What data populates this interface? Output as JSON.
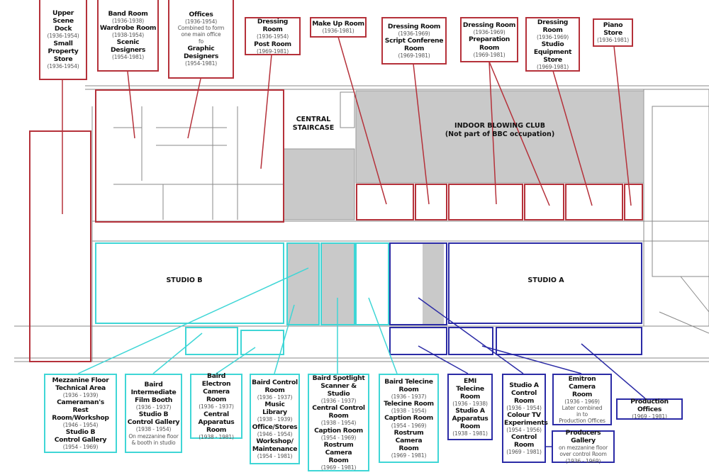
{
  "colors": {
    "red": "#b5313a",
    "cyan": "#3fd6d6",
    "blue": "#2b2ba6",
    "grey": "#c9c9c9"
  },
  "plan": {
    "central_staircase": [
      "CENTRAL",
      "STAIRCASE"
    ],
    "indoor_club": "INDOOR BLOWING CLUB",
    "indoor_club_note": "(Not part of BBC occupation)",
    "studio_b": "STUDIO B",
    "studio_a": "STUDIO A"
  },
  "labels": [
    {
      "id": "upper-scene-dock",
      "color": "red",
      "lines": [
        {
          "t": "Upper Scene",
          "s": "b"
        },
        {
          "t": "Dock",
          "s": "b"
        },
        {
          "t": "(1936-1954)",
          "s": "d"
        },
        {
          "t": "Small",
          "s": "b"
        },
        {
          "t": "Property",
          "s": "b"
        },
        {
          "t": "Store",
          "s": "b"
        },
        {
          "t": "(1936-1954)",
          "s": "d"
        }
      ]
    },
    {
      "id": "band-room",
      "color": "red",
      "lines": [
        {
          "t": "Band Room",
          "s": "b"
        },
        {
          "t": "(1936-1938)",
          "s": "d"
        },
        {
          "t": "Wardrobe Room",
          "s": "b"
        },
        {
          "t": "(1938-1954)",
          "s": "d"
        },
        {
          "t": "Scenic Designers",
          "s": "b"
        },
        {
          "t": "(1954-1981)",
          "s": "d"
        }
      ]
    },
    {
      "id": "offices",
      "color": "red",
      "lines": [
        {
          "t": "Offices",
          "s": "b"
        },
        {
          "t": "(1936-1954)",
          "s": "d"
        },
        {
          "t": "Combined to form",
          "s": "d"
        },
        {
          "t": "one main office",
          "s": "d"
        },
        {
          "t": "fo",
          "s": "d"
        },
        {
          "t": "Graphic Designers",
          "s": "b"
        },
        {
          "t": "(1954-1981)",
          "s": "d"
        }
      ]
    },
    {
      "id": "post-room",
      "color": "red",
      "lines": [
        {
          "t": "Dressing Room",
          "s": "b"
        },
        {
          "t": "(1936-1954)",
          "s": "d"
        },
        {
          "t": "Post Room",
          "s": "b"
        },
        {
          "t": "(1969-1981)",
          "s": "d"
        }
      ]
    },
    {
      "id": "make-up-room",
      "color": "red",
      "lines": [
        {
          "t": "Make Up Room",
          "s": "b"
        },
        {
          "t": "(1936-1981)",
          "s": "d"
        }
      ]
    },
    {
      "id": "script-conference-room",
      "color": "red",
      "lines": [
        {
          "t": "Dressing Room",
          "s": "b"
        },
        {
          "t": "(1936-1969)",
          "s": "d"
        },
        {
          "t": "Script Conferene",
          "s": "b"
        },
        {
          "t": "Room",
          "s": "b"
        },
        {
          "t": "(1969-1981)",
          "s": "d"
        }
      ]
    },
    {
      "id": "preparation-room",
      "color": "red",
      "lines": [
        {
          "t": "Dressing Room",
          "s": "b"
        },
        {
          "t": "(1936-1969)",
          "s": "d"
        },
        {
          "t": "Preparation",
          "s": "b"
        },
        {
          "t": "Room",
          "s": "b"
        },
        {
          "t": "(1969-1981)",
          "s": "d"
        }
      ]
    },
    {
      "id": "studio-equipment-store",
      "color": "red",
      "lines": [
        {
          "t": "Dressing Room",
          "s": "b"
        },
        {
          "t": "(1936-1969)",
          "s": "d"
        },
        {
          "t": "Studio",
          "s": "b"
        },
        {
          "t": "Equipment",
          "s": "b"
        },
        {
          "t": "Store",
          "s": "b"
        },
        {
          "t": "(1969-1981)",
          "s": "d"
        }
      ]
    },
    {
      "id": "piano-store",
      "color": "red",
      "lines": [
        {
          "t": "Piano",
          "s": "b"
        },
        {
          "t": "Store",
          "s": "b"
        },
        {
          "t": "(1936-1981)",
          "s": "d"
        }
      ]
    },
    {
      "id": "mezzanine-floor",
      "color": "cyan",
      "lines": [
        {
          "t": "Mezzanine Floor",
          "s": "b"
        },
        {
          "t": "Technical Area",
          "s": "b"
        },
        {
          "t": "(1936 - 1939)",
          "s": "d"
        },
        {
          "t": "Cameraman's",
          "s": "b"
        },
        {
          "t": "Rest Room/Workshop",
          "s": "b"
        },
        {
          "t": "(1946 - 1954)",
          "s": "d"
        },
        {
          "t": "Studio B",
          "s": "b"
        },
        {
          "t": "Control Gallery",
          "s": "b"
        },
        {
          "t": "(1954 - 1969)",
          "s": "d"
        }
      ]
    },
    {
      "id": "baird-intermediate-film-booth",
      "color": "cyan",
      "lines": [
        {
          "t": "Baird",
          "s": "b"
        },
        {
          "t": "Intermediate",
          "s": "b"
        },
        {
          "t": "Film Booth",
          "s": "b"
        },
        {
          "t": "(1936 - 1937)",
          "s": "d"
        },
        {
          "t": "Studio B",
          "s": "b"
        },
        {
          "t": "Control Gallery",
          "s": "b"
        },
        {
          "t": "(1938 - 1954)",
          "s": "d"
        },
        {
          "t": "On mezzanine floor",
          "s": "d"
        },
        {
          "t": "& booth in studio",
          "s": "d"
        }
      ]
    },
    {
      "id": "baird-electron-camera-room",
      "color": "cyan",
      "lines": [
        {
          "t": "Baird Electron",
          "s": "b"
        },
        {
          "t": "Camera Room",
          "s": "b"
        },
        {
          "t": "(1936 - 1937)",
          "s": "d"
        },
        {
          "t": "Central",
          "s": "b"
        },
        {
          "t": "Apparatus",
          "s": "b"
        },
        {
          "t": "Room",
          "s": "b"
        },
        {
          "t": "(1938 - 1981)",
          "s": "d"
        }
      ]
    },
    {
      "id": "baird-control-room",
      "color": "cyan",
      "lines": [
        {
          "t": "Baird Control",
          "s": "b"
        },
        {
          "t": "Room",
          "s": "b"
        },
        {
          "t": "(1936 - 1937)",
          "s": "d"
        },
        {
          "t": "Music Library",
          "s": "b"
        },
        {
          "t": "(1938 - 1939)",
          "s": "d"
        },
        {
          "t": "Office/Stores",
          "s": "b"
        },
        {
          "t": "(1946 - 1954)",
          "s": "d"
        },
        {
          "t": "Workshop/",
          "s": "b"
        },
        {
          "t": "Maintenance",
          "s": "b"
        },
        {
          "t": "(1954 - 1981)",
          "s": "d"
        }
      ]
    },
    {
      "id": "baird-spotlight-scanner",
      "color": "cyan",
      "lines": [
        {
          "t": "Baird Spotlight",
          "s": "b"
        },
        {
          "t": "Scanner & Studio",
          "s": "b"
        },
        {
          "t": "(1936 - 1937)",
          "s": "d"
        },
        {
          "t": "Central Control",
          "s": "b"
        },
        {
          "t": "Room",
          "s": "b"
        },
        {
          "t": "(1938 - 1954)",
          "s": "d"
        },
        {
          "t": "Caption Room",
          "s": "b"
        },
        {
          "t": "(1954 - 1969)",
          "s": "d"
        },
        {
          "t": "Rostrum Camera",
          "s": "b"
        },
        {
          "t": "Room",
          "s": "b"
        },
        {
          "t": "(1969 - 1981)",
          "s": "d"
        }
      ]
    },
    {
      "id": "baird-telecine-room",
      "color": "cyan",
      "lines": [
        {
          "t": "Baird Telecine",
          "s": "b"
        },
        {
          "t": "Room",
          "s": "b"
        },
        {
          "t": "(1936 - 1937)",
          "s": "d"
        },
        {
          "t": "Telecine Room",
          "s": "b"
        },
        {
          "t": "(1938 - 1954)",
          "s": "d"
        },
        {
          "t": "Caption Room",
          "s": "b"
        },
        {
          "t": "(1954 - 1969)",
          "s": "d"
        },
        {
          "t": "Rostrum Camera",
          "s": "b"
        },
        {
          "t": "Room",
          "s": "b"
        },
        {
          "t": "(1969 - 1981)",
          "s": "d"
        }
      ]
    },
    {
      "id": "emi-telecine-room",
      "color": "blue",
      "lines": [
        {
          "t": "EMI Telecine",
          "s": "b"
        },
        {
          "t": "Room",
          "s": "b"
        },
        {
          "t": "(1936 - 1938)",
          "s": "d"
        },
        {
          "t": "Studio A",
          "s": "b"
        },
        {
          "t": "Apparatus",
          "s": "b"
        },
        {
          "t": "Room",
          "s": "b"
        },
        {
          "t": "(1938 - 1981)",
          "s": "d"
        }
      ]
    },
    {
      "id": "studio-a-control-room",
      "color": "blue",
      "lines": [
        {
          "t": "Studio A",
          "s": "b"
        },
        {
          "t": "Control",
          "s": "b"
        },
        {
          "t": "Room",
          "s": "b"
        },
        {
          "t": "(1936 - 1954)",
          "s": "d"
        },
        {
          "t": "Colour TV",
          "s": "b"
        },
        {
          "t": "Experiments",
          "s": "b"
        },
        {
          "t": "(1954 - 1956)",
          "s": "d"
        },
        {
          "t": "Control",
          "s": "b"
        },
        {
          "t": "Room",
          "s": "b"
        },
        {
          "t": "(1969 - 1981)",
          "s": "d"
        }
      ]
    },
    {
      "id": "emitron-camera-room",
      "color": "blue",
      "lines": [
        {
          "t": "Emitron Camera",
          "s": "b"
        },
        {
          "t": "Room",
          "s": "b"
        },
        {
          "t": "(1936 - 1969)",
          "s": "d"
        },
        {
          "t": "Later combined",
          "s": "d"
        },
        {
          "t": "in to",
          "s": "d"
        },
        {
          "t": "Production Offices",
          "s": "d"
        }
      ]
    },
    {
      "id": "production-offices",
      "color": "blue",
      "lines": [
        {
          "t": "Production Offices",
          "s": "b"
        },
        {
          "t": "(1969 - 1981)",
          "s": "d"
        }
      ]
    },
    {
      "id": "producers-gallery",
      "color": "blue",
      "lines": [
        {
          "t": "Producers Gallery",
          "s": "b"
        },
        {
          "t": "on mezzanine floor",
          "s": "d"
        },
        {
          "t": "over control Room",
          "s": "d"
        },
        {
          "t": "(1936 - 1969)",
          "s": "d"
        }
      ]
    }
  ]
}
